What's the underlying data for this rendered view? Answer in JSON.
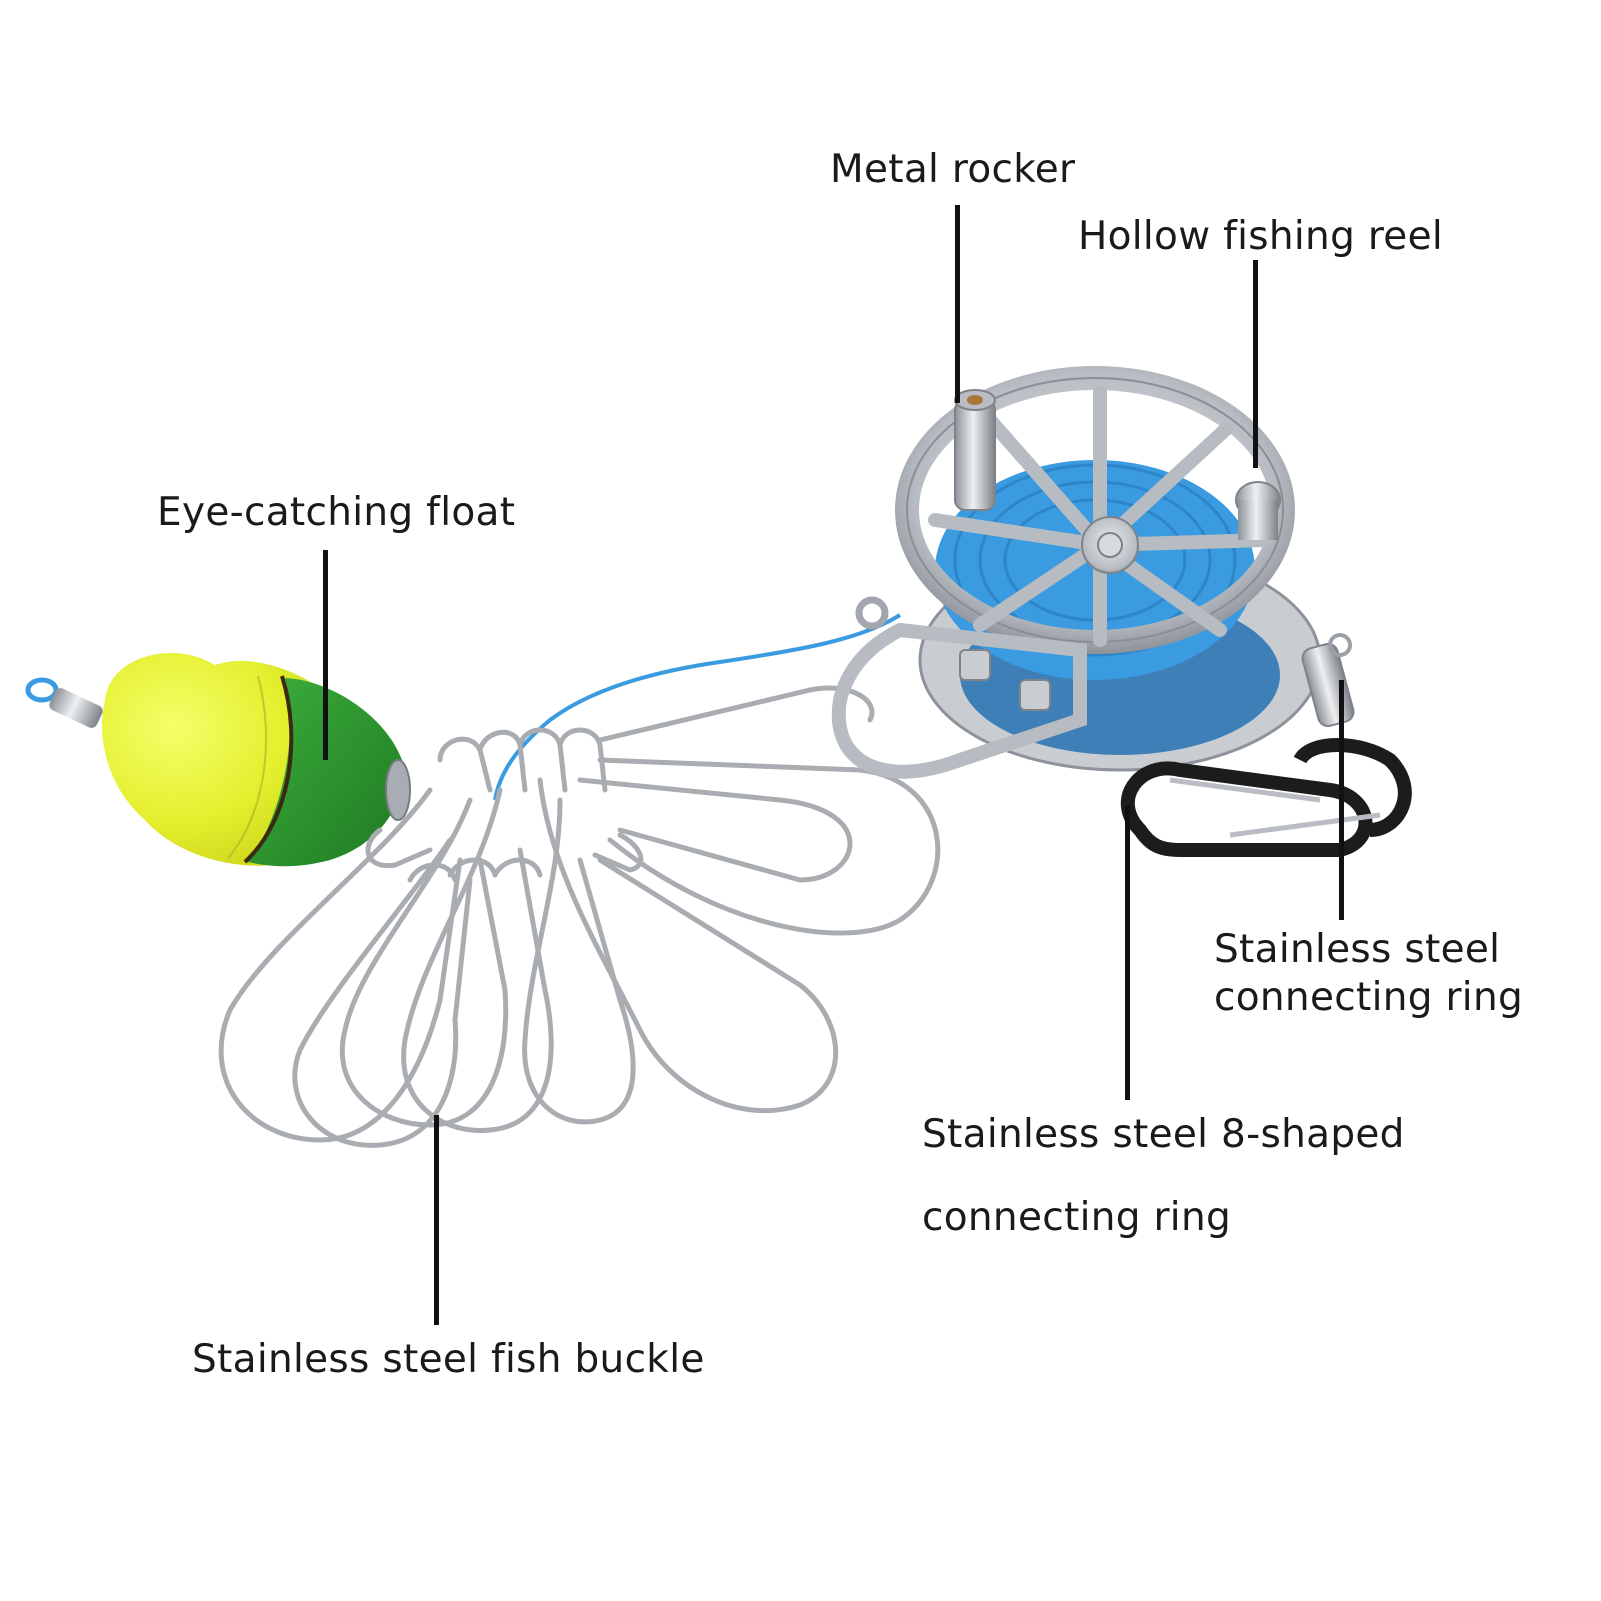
{
  "labels": {
    "metal_rocker": "Metal rocker",
    "hollow_fishing_reel": "Hollow fishing reel",
    "eye_catching_float": "Eye-catching float",
    "connecting_ring_line1": "Stainless steel",
    "connecting_ring_line2": "connecting ring",
    "eight_ring_line1": "Stainless steel 8-shaped",
    "eight_ring_line2": "connecting ring",
    "fish_buckle": "Stainless steel fish buckle"
  },
  "colors": {
    "float_yellow": "#e6f23a",
    "float_green": "#2f9a2f",
    "reel_line_blue": "#3a9be0",
    "steel": "#b9bdc3",
    "carabiner_black": "#1c1c1c",
    "leader_line": "#111111"
  }
}
